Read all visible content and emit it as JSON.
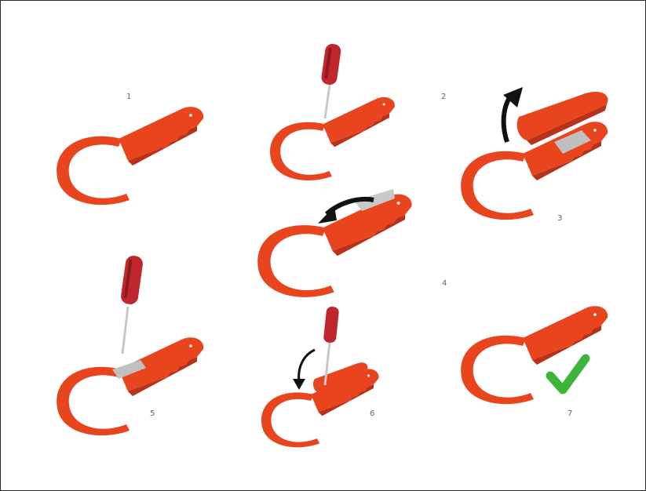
{
  "steps": [
    {
      "number": "1"
    },
    {
      "number": "2"
    },
    {
      "number": "3"
    },
    {
      "number": "4"
    },
    {
      "number": "5"
    },
    {
      "number": "6"
    },
    {
      "number": "7"
    }
  ],
  "colors": {
    "tool_body": "#e8451f",
    "tool_shadow": "#b8321a",
    "tool_inner": "#9e2b16",
    "screwdriver": "#c0262b",
    "screwdriver_dark": "#8e1a1f",
    "blade": "#bfbfbf",
    "arrow": "#111111",
    "check": "#3db53b"
  },
  "icons": [
    "cutter-tool",
    "screwdriver-icon",
    "blade-icon",
    "curved-arrow-icon",
    "check-mark-icon"
  ]
}
